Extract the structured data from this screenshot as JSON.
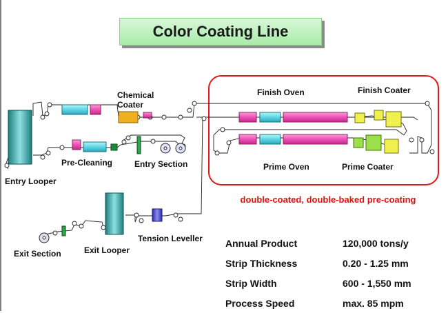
{
  "title": "Color Coating Line",
  "labels": {
    "chemical_coater": "Chemical\nCoater",
    "finish_oven": "Finish Oven",
    "finish_coater": "Finish Coater",
    "prime_oven": "Prime Oven",
    "prime_coater": "Prime Coater",
    "pre_cleaning": "Pre-Cleaning",
    "entry_section": "Entry Section",
    "entry_looper": "Entry Looper",
    "exit_section": "Exit Section",
    "exit_looper": "Exit Looper",
    "tension_leveller": "Tension Leveller"
  },
  "caption": "double-coated, double-baked pre-coating",
  "specs": [
    {
      "name": "Annual Product",
      "value": "120,000 tons/y"
    },
    {
      "name": "Strip Thickness",
      "value": "0.20 - 1.25 mm"
    },
    {
      "name": "Strip Width",
      "value": "600 - 1,550 mm"
    },
    {
      "name": "Process Speed",
      "value": "max. 85 mpm"
    }
  ],
  "colors": {
    "looper": "#3aa7a7",
    "oven_pink": "#ee4fb4",
    "oven_cyan": "#6fe0ee",
    "coater_yellow": "#f0f050",
    "coater_green": "#9be04a",
    "chem_coater": "#f0b020",
    "highlight_frame": "#e01818",
    "title_bg": "#b8f0b8"
  }
}
